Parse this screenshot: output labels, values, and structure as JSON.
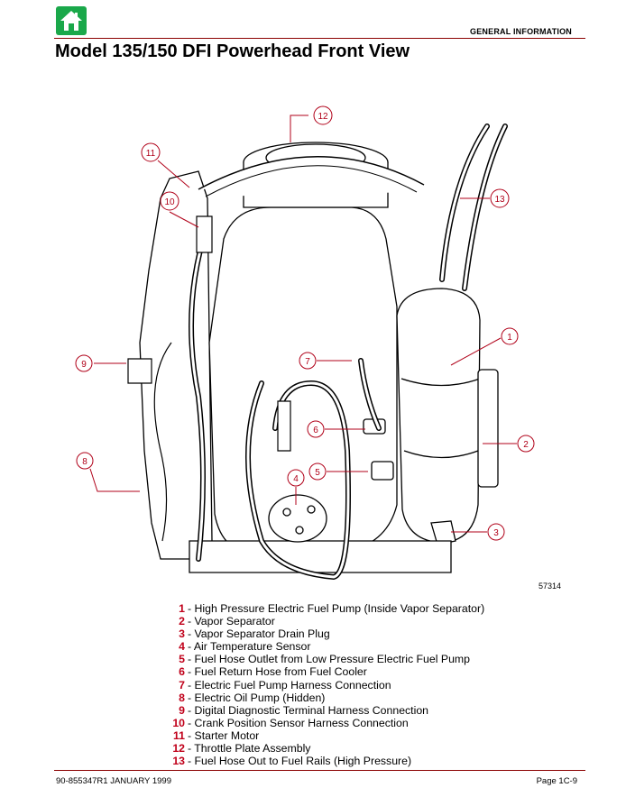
{
  "header": {
    "section": "GENERAL INFORMATION",
    "title": "Model 135/150 DFI Powerhead Front View",
    "home_icon": "home-icon",
    "accent_color": "#8b0000",
    "home_color": "#1aa84a"
  },
  "figure": {
    "figure_number": "57314",
    "callouts": [
      "1",
      "2",
      "3",
      "4",
      "5",
      "6",
      "7",
      "8",
      "9",
      "10",
      "11",
      "12",
      "13"
    ]
  },
  "legend": [
    {
      "num": "1",
      "text": "- High Pressure Electric Fuel Pump (Inside Vapor Separator)"
    },
    {
      "num": "2",
      "text": "- Vapor Separator"
    },
    {
      "num": "3",
      "text": "- Vapor Separator Drain Plug"
    },
    {
      "num": "4",
      "text": "- Air Temperature Sensor"
    },
    {
      "num": "5",
      "text": "- Fuel Hose Outlet from Low Pressure Electric Fuel Pump"
    },
    {
      "num": "6",
      "text": "- Fuel Return Hose from Fuel Cooler"
    },
    {
      "num": "7",
      "text": "- Electric Fuel Pump Harness Connection"
    },
    {
      "num": "8",
      "text": "- Electric Oil Pump (Hidden)"
    },
    {
      "num": "9",
      "text": "- Digital Diagnostic Terminal Harness Connection"
    },
    {
      "num": "10",
      "text": "- Crank Position Sensor Harness Connection"
    },
    {
      "num": "11",
      "text": "- Starter Motor"
    },
    {
      "num": "12",
      "text": "- Throttle Plate Assembly"
    },
    {
      "num": "13",
      "text": "- Fuel Hose Out to Fuel Rails (High Pressure)"
    }
  ],
  "footer": {
    "doc_number": "90-855347R1   JANUARY 1999",
    "page": "Page 1C-9"
  }
}
